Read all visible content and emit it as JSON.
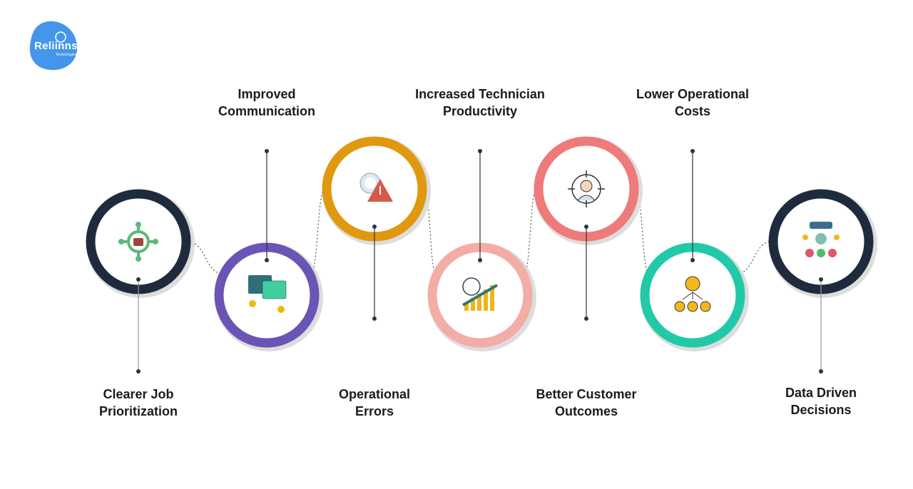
{
  "logo": {
    "text": "Reliinns",
    "subtext": "Technologies",
    "color": "#4596ea"
  },
  "items": [
    {
      "label_line1": "Clearer Job",
      "label_line2": "Prioritization",
      "color": "#1e2b3c",
      "icon": "target-arrows-briefcase-icon"
    },
    {
      "label_line1": "Improved",
      "label_line2": "Communication",
      "color": "#6a55b5",
      "icon": "chat-bubbles-icon"
    },
    {
      "label_line1": "Operational",
      "label_line2": "Errors",
      "color": "#e0980f",
      "icon": "gear-warning-icon"
    },
    {
      "label_line1": "Increased Technician",
      "label_line2": "Productivity",
      "color": "#f3aca6",
      "icon": "clock-growth-chart-icon"
    },
    {
      "label_line1": "Better Customer",
      "label_line2": "Outcomes",
      "color": "#ee7a7a",
      "icon": "customer-target-icon"
    },
    {
      "label_line1": "Lower Operational",
      "label_line2": "Costs",
      "color": "#22c9a8",
      "icon": "dollar-coins-icon"
    },
    {
      "label_line1": "Data Driven",
      "label_line2": "Decisions",
      "color": "#1e2b3c",
      "icon": "decision-flow-icon"
    }
  ]
}
